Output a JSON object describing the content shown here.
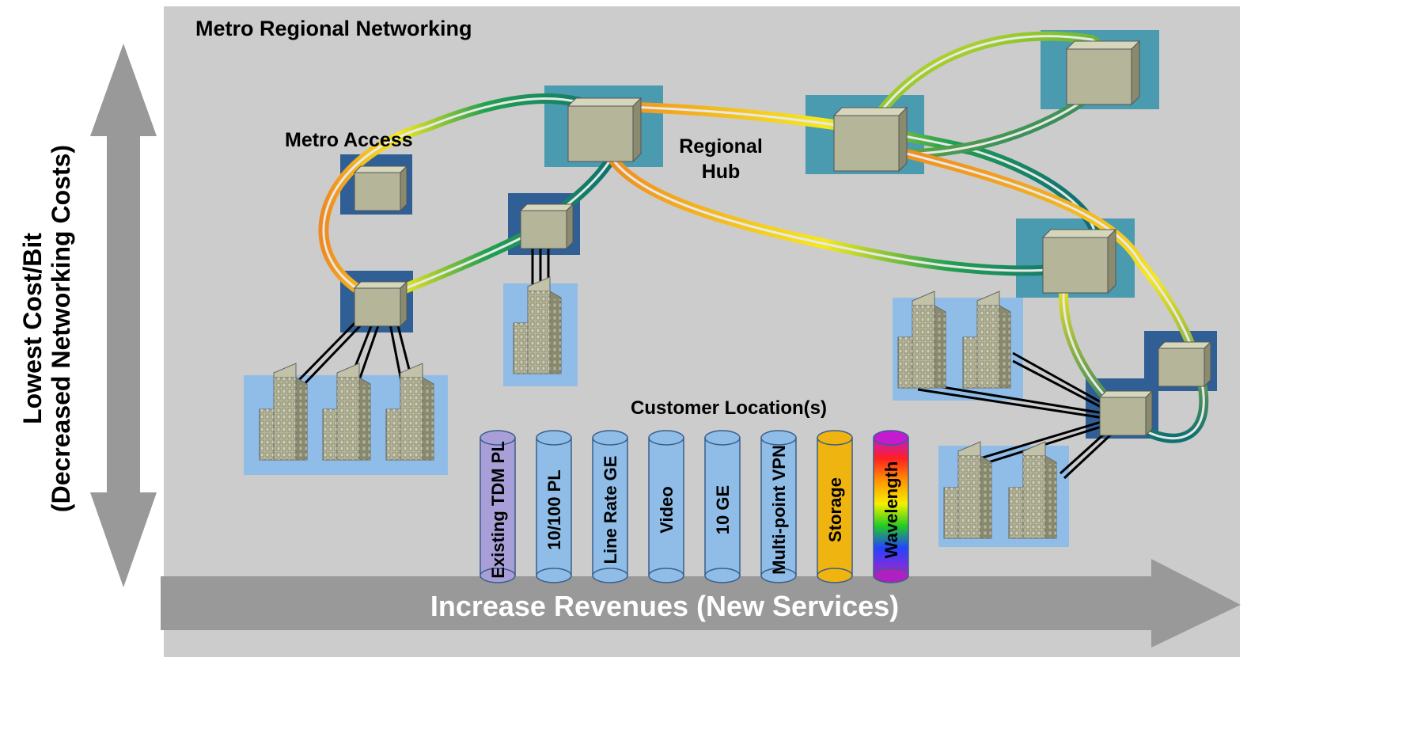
{
  "title": "Metro Regional Networking",
  "labels": {
    "metro_access": "Metro Access",
    "regional_hub_line1": "Regional",
    "regional_hub_line2": "Hub",
    "customer_locations": "Customer Location(s)"
  },
  "axes": {
    "vertical_line1": "Lowest Cost/Bit",
    "vertical_line2": "(Decreased Networking Costs)",
    "horizontal": "Increase Revenues (New Services)"
  },
  "services": [
    {
      "label": "Existing TDM PL",
      "color": "#a99fd8"
    },
    {
      "label": "10/100 PL",
      "color": "#8fbde8"
    },
    {
      "label": "Line Rate GE",
      "color": "#8fbde8"
    },
    {
      "label": "Video",
      "color": "#8fbde8"
    },
    {
      "label": "10 GE",
      "color": "#8fbde8"
    },
    {
      "label": "Multi-point VPN",
      "color": "#8fbde8"
    },
    {
      "label": "Storage",
      "color": "#f0b410"
    },
    {
      "label": "Wavelength",
      "color": "rainbow"
    }
  ],
  "colors": {
    "background_panel": "#cccccc",
    "arrow": "#999999",
    "hub_square": "#4a9ab0",
    "access_square": "#2f5f95",
    "customer_box": "#8fbde8",
    "node_box": "#b5b599"
  }
}
